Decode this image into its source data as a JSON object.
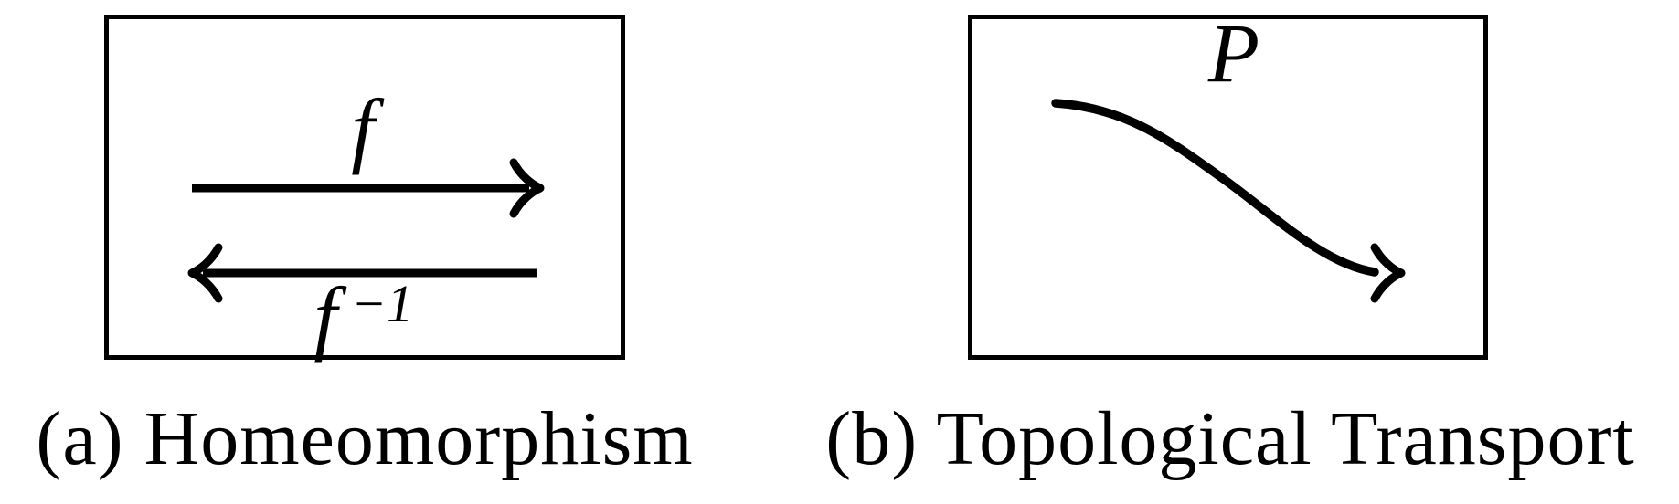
{
  "figure": {
    "background_color": "#ffffff",
    "ink_color": "#000000",
    "panels": {
      "a": {
        "caption": "(a) Homeomorphism",
        "forward_label": "f",
        "inverse_label_base": "f",
        "inverse_label_superscript": "−1"
      },
      "b": {
        "caption": "(b) Topological Transport",
        "path_label": "P"
      }
    }
  }
}
